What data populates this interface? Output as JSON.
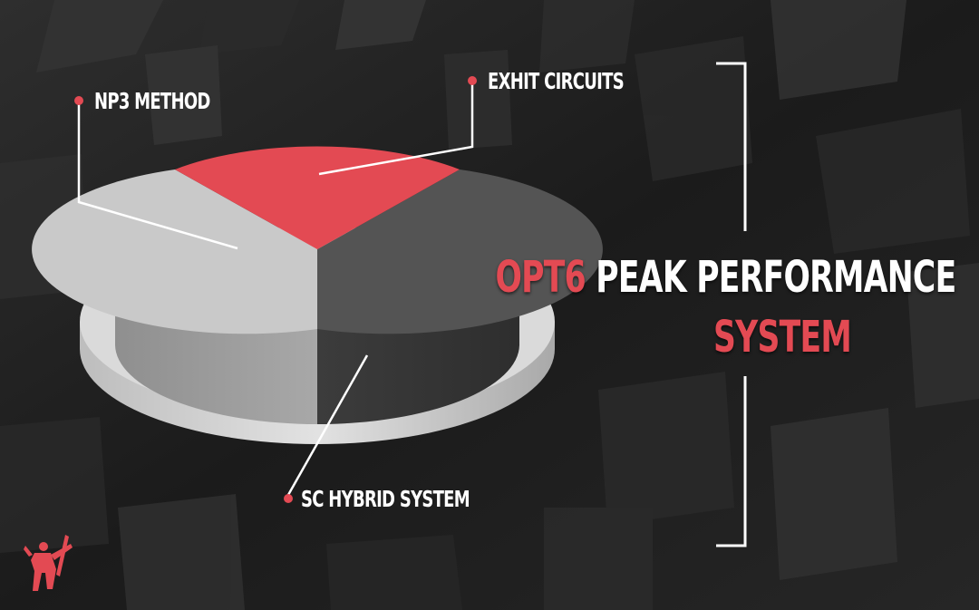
{
  "diagram": {
    "segments": [
      {
        "name": "np3-method",
        "label": "NP3 METHOD"
      },
      {
        "name": "exhit-circuits",
        "label": "EXHIT CIRCUITS"
      },
      {
        "name": "sc-hybrid-system",
        "label": "SC HYBRID SYSTEM"
      }
    ],
    "title": {
      "accent": "OPT6",
      "rest": "PEAK PERFORMANCE",
      "line2": "SYSTEM"
    }
  },
  "colors": {
    "accent": "#e34a53",
    "white": "#ffffff",
    "slice_light": "#c9c9c9",
    "slice_dark": "#545454",
    "base_plate": "#d6d6d6",
    "background": "#1e1e1e"
  },
  "icons": {
    "logo": "hockey-player-logo-icon"
  }
}
